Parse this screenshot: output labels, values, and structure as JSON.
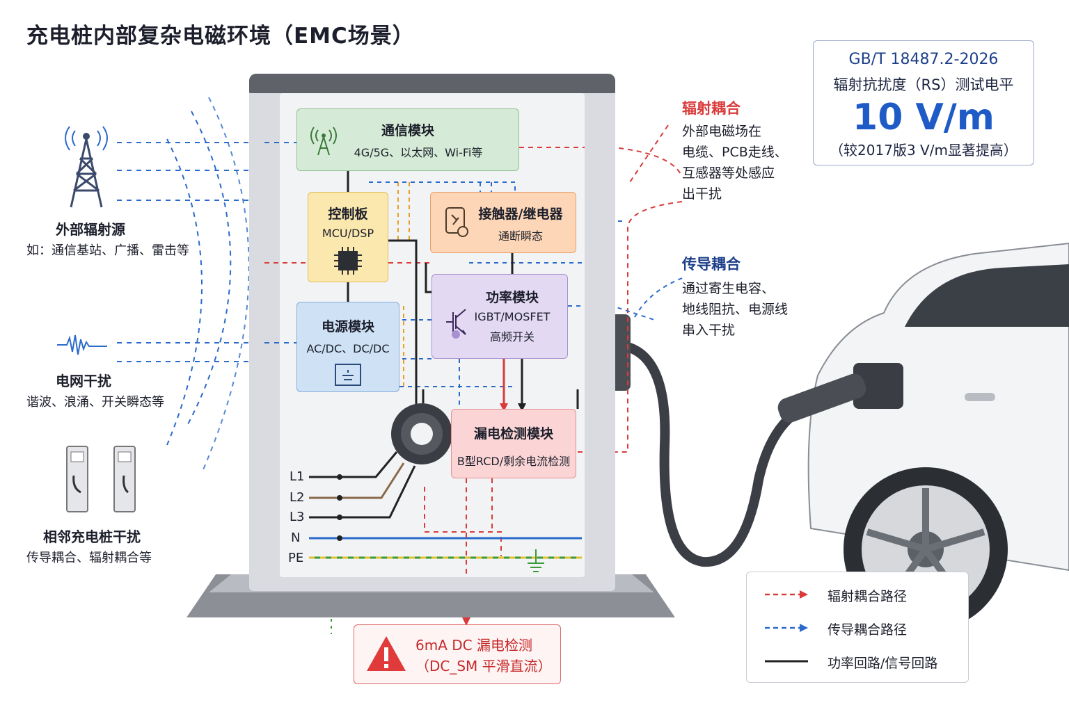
{
  "title": "充电桩内部复杂电磁环境（EMC场景）",
  "standard": {
    "name": "GB/T 18487.2-2026",
    "test": "辐射抗扰度（RS）测试电平",
    "value": "10 V/m",
    "note": "（较2017版3 V/m显著提高）"
  },
  "sources": [
    {
      "title": "外部辐射源",
      "desc": "如：通信基站、广播、雷击等",
      "icon": "radio-tower-icon"
    },
    {
      "title": "电网干扰",
      "desc": "谐波、浪涌、开关瞬态等",
      "icon": "waveform-icon"
    },
    {
      "title": "相邻充电桩干扰",
      "desc": "传导耦合、辐射耦合等",
      "icon": "charger-pair-icon"
    }
  ],
  "modules": {
    "comm": {
      "title": "通信模块",
      "sub": "4G/5G、以太网、Wi-Fi等"
    },
    "control": {
      "title": "控制板",
      "sub": "MCU/DSP"
    },
    "contactor": {
      "title": "接触器/继电器",
      "sub": "通断瞬态"
    },
    "psu": {
      "title": "电源模块",
      "sub": "AC/DC、DC/DC"
    },
    "power": {
      "title": "功率模块",
      "sub1": "IGBT/MOSFET",
      "sub2": "高频开关"
    },
    "leak": {
      "title": "漏电检测模块",
      "sub": "B型RCD/剩余电流检测"
    }
  },
  "lines": [
    "L1",
    "L2",
    "L3",
    "N",
    "PE"
  ],
  "coupling": {
    "radiated": {
      "title": "辐射耦合",
      "desc": [
        "外部电磁场在",
        "电缆、PCB走线、",
        "互感器等处感应",
        "出干扰"
      ]
    },
    "conducted": {
      "title": "传导耦合",
      "desc": [
        "通过寄生电容、",
        "地线阻抗、电源线",
        "串入干扰"
      ]
    }
  },
  "warning": {
    "line1": "6mA DC 漏电检测",
    "line2": "（DC_SM 平滑直流）",
    "icon": "warning-triangle-icon"
  },
  "legend": [
    {
      "label": "辐射耦合路径",
      "color": "#d93a3a",
      "style": "dashed"
    },
    {
      "label": "传导耦合路径",
      "color": "#2a6acb",
      "style": "dashed"
    },
    {
      "label": "功率回路/信号回路",
      "color": "#222222",
      "style": "solid"
    }
  ],
  "colors": {
    "radiated": "#d93a3a",
    "conducted": "#2a6acb",
    "accent": "#1e5bc7"
  }
}
